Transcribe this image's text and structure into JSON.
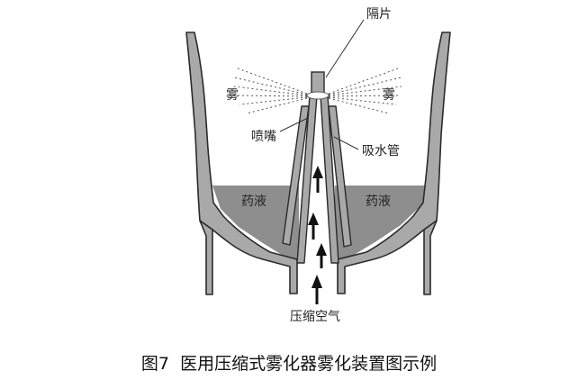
{
  "labels": {
    "spacer": "隔片",
    "mist_left": "雾",
    "mist_right": "雾",
    "nozzle": "喷嘴",
    "suction_tube": "吸水管",
    "medicine_left": "药液",
    "medicine_right": "药液",
    "compressed_air": "压缩空气"
  },
  "caption": "图7  医用压缩式雾化器雾化装置图示例",
  "colors": {
    "wall_fill": "#a9a9a9",
    "outline": "#2b2b2b",
    "liquid": "#8e8e8e",
    "background": "#ffffff"
  }
}
